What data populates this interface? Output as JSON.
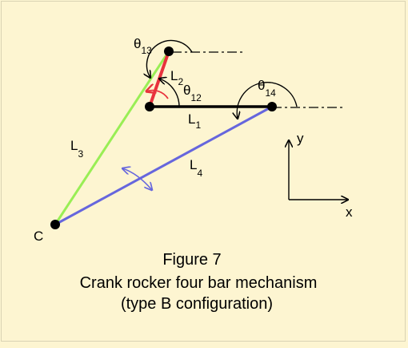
{
  "diagram": {
    "labels": {
      "theta13": {
        "main": "θ",
        "sub": "13"
      },
      "theta12": {
        "main": "θ",
        "sub": "12"
      },
      "theta14": {
        "main": "θ",
        "sub": "14"
      },
      "L1": {
        "main": "L",
        "sub": "1"
      },
      "L2": {
        "main": "L",
        "sub": "2"
      },
      "L3": {
        "main": "L",
        "sub": "3"
      },
      "L4": {
        "main": "L",
        "sub": "4"
      },
      "C": "C",
      "axis_x": "x",
      "axis_y": "y"
    },
    "colors": {
      "background": "#fdf5d1",
      "L1": "#000000",
      "L2": "#e8323c",
      "L3": "#99ee55",
      "L4": "#6666dd",
      "joint": "#000000",
      "rock_arrow": "#6666dd",
      "crank_arrow": "#e8323c"
    }
  },
  "caption": {
    "line1": "Figure 7",
    "line2": "Crank rocker four bar mechanism",
    "line3": "(type B configuration)"
  }
}
